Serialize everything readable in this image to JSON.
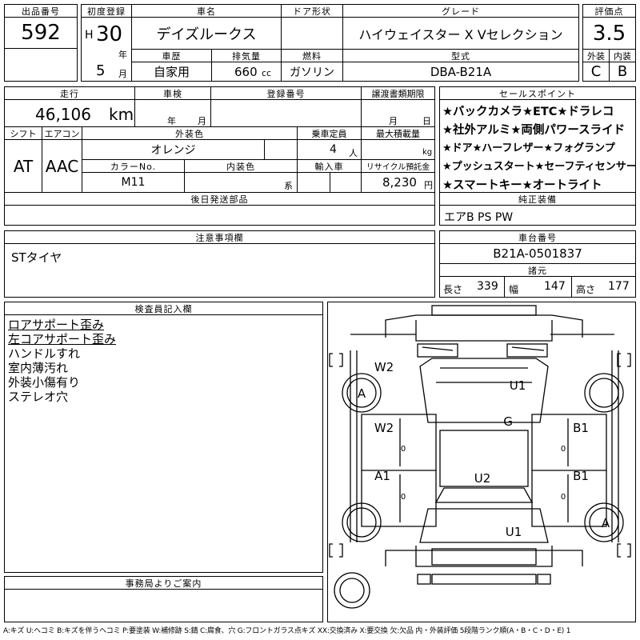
{
  "top": {
    "lot_no_label": "出品番号",
    "lot_no": "592",
    "first_reg_label": "初度登録",
    "era": "H",
    "year": "30",
    "year_unit": "年",
    "month": "5",
    "month_unit": "月",
    "car_name_label": "車名",
    "car_name": "デイズルークス",
    "door_label": "ドア形状",
    "door_value": "",
    "grade_label": "グレード",
    "grade": "ハイウェイスター X Vセレクション",
    "score_label": "評価点",
    "score": "3.5",
    "history_label": "車歴",
    "history": "自家用",
    "displacement_label": "排気量",
    "displacement": "660",
    "cc_unit": "cc",
    "fuel_label": "燃料",
    "fuel": "ガソリン",
    "model_label": "型式",
    "model": "DBA-B21A",
    "exterior_grade_label": "外装",
    "exterior_grade": "C",
    "interior_grade_label": "内装",
    "interior_grade": "B"
  },
  "mid": {
    "mileage_label": "走行",
    "mileage": "46,106",
    "km_unit": "km",
    "inspection_label": "車検",
    "ym_year": "年",
    "ym_month": "月",
    "reg_no_label": "登録番号",
    "transfer_label": "譲渡書類期限",
    "md_month": "月",
    "md_day": "日",
    "shift_label": "シフト",
    "shift": "AT",
    "ac_label": "エアコン",
    "ac": "AAC",
    "color_label": "外装色",
    "color": "オレンジ",
    "capacity_label": "乗車定員",
    "capacity": "4",
    "person_unit": "人",
    "load_label": "最大積載量",
    "kg_unit": "kg",
    "color_no_label": "カラーNo.",
    "color_no": "M11",
    "interior_color_label": "内装色",
    "interior_suffix": "系",
    "import_label": "輸入車",
    "recycle_label": "リサイクル預託金",
    "recycle": "8,230",
    "yen_unit": "円",
    "later_parts_label": "後日発送部品"
  },
  "sales": {
    "label": "セールスポイント",
    "lines": [
      "★バックカメラ★ETC★ドラレコ",
      "★社外アルミ★両側パワースライド",
      "★ドア★ハーフレザー★フォグランプ",
      "★プッシュスタート★セーフティセンサー",
      "★スマートキー★オートライト"
    ]
  },
  "equip": {
    "label": "純正装備",
    "value": "エアB PS PW"
  },
  "notes": {
    "label": "注意事項欄",
    "value": "STタイヤ"
  },
  "chassis": {
    "label": "車台番号",
    "value": "B21A-0501837"
  },
  "dims": {
    "label": "諸元",
    "length_label": "長さ",
    "length": "339",
    "width_label": "幅",
    "width": "147",
    "height_label": "高さ",
    "height": "177"
  },
  "inspector": {
    "label": "検査員記入欄",
    "lines": [
      "ロアサポート歪み",
      "左コアサポート歪み",
      "ハンドルすれ",
      "室内薄汚れ",
      "外装小傷有り",
      "ステレオ穴"
    ]
  },
  "diagram": {
    "marks": {
      "w2_top": "W2",
      "a_front_left": "A",
      "u1_top": "U1",
      "g": "G",
      "w2_mid": "W2",
      "b1_top": "B1",
      "a1": "A1",
      "u2": "U2",
      "b1_mid": "B1",
      "u1_bottom": "U1",
      "a_rear_right": "A"
    },
    "zero": "0",
    "bracket": "[ ]"
  },
  "office": {
    "label": "事務局よりご案内"
  },
  "legend": "A:キズ U:ヘコミ B:キズを伴うヘコミ P:要塗装 W:補修跡 S:錆 C:腐食、穴 G:フロントガラス点キズ XX:交換済み X:要交換 欠:欠品 内・外装評価 5段階ランク順(A・B・C・D・E) 1"
}
